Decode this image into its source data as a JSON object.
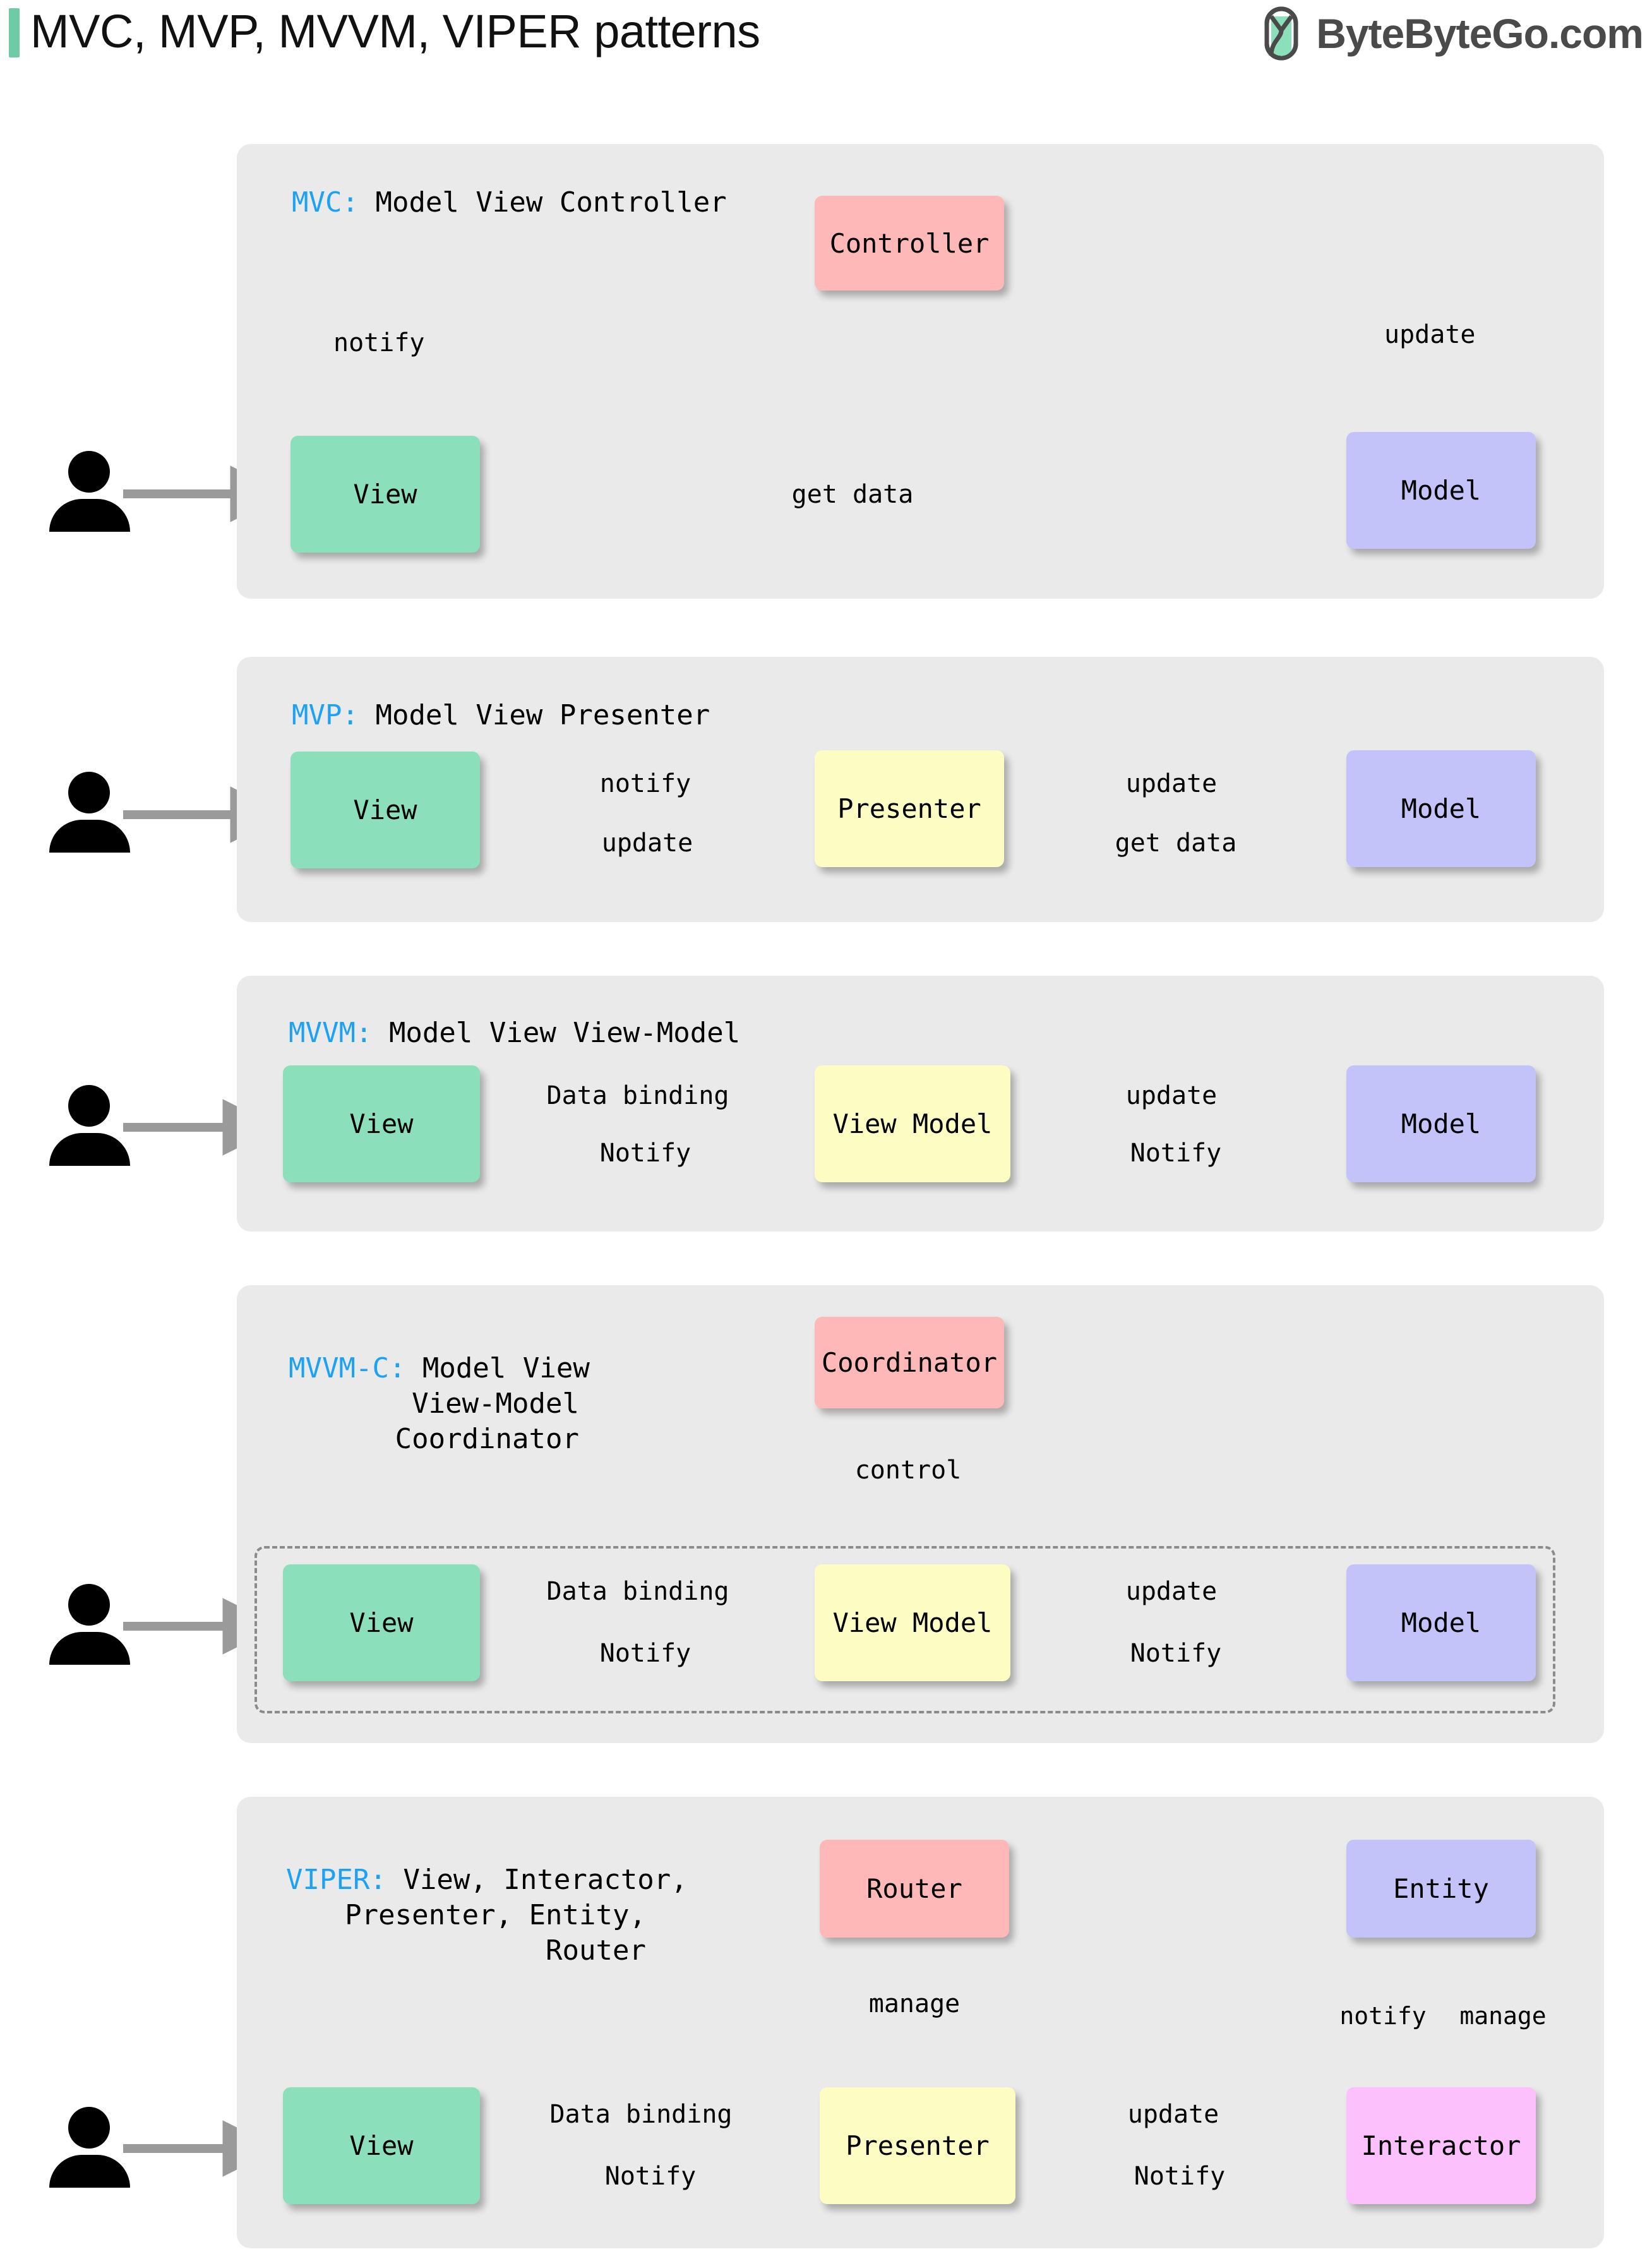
{
  "header": {
    "title": "MVC, MVP, MVVM, VIPER patterns",
    "brand_name": "ByteByteGo.com",
    "accent_color": "#6ECBA3",
    "logo_icon": "bytebytego-logo-icon"
  },
  "colors": {
    "panel_bg": "#EAEAEA",
    "view": "#8CDFBB",
    "model": "#C3C3FA",
    "controller": "#FFB8B8",
    "presenter": "#FDFDC3",
    "interactor": "#FCC0FC",
    "label_key": "#1CA2F5",
    "arrow": "#9A9A9A"
  },
  "panels": [
    {
      "id": "mvc",
      "key": "MVC:",
      "title": " Model View Controller",
      "nodes": {
        "view": "View",
        "model": "Model",
        "controller": "Controller"
      },
      "edges": {
        "notify": "notify",
        "update": "update",
        "get_data": "get data"
      }
    },
    {
      "id": "mvp",
      "key": "MVP:",
      "title": " Model View Presenter",
      "nodes": {
        "view": "View",
        "presenter": "Presenter",
        "model": "Model"
      },
      "edges": {
        "notify": "notify",
        "update_back": "update",
        "update": "update",
        "get_data": "get data"
      }
    },
    {
      "id": "mvvm",
      "key": "MVVM:",
      "title": " Model View View-Model",
      "nodes": {
        "view": "View",
        "view_model": "View Model",
        "model": "Model"
      },
      "edges": {
        "data_binding": "Data binding",
        "notify_left": "Notify",
        "update": "update",
        "notify_right": "Notify"
      }
    },
    {
      "id": "mvvm-c",
      "key": "MVVM-C:",
      "title_lines": [
        " Model View",
        "View-Model",
        "Coordinator"
      ],
      "nodes": {
        "coordinator": "Coordinator",
        "view": "View",
        "view_model": "View Model",
        "model": "Model"
      },
      "edges": {
        "control": "control",
        "data_binding": "Data binding",
        "notify_left": "Notify",
        "update": "update",
        "notify_right": "Notify"
      }
    },
    {
      "id": "viper",
      "key": "VIPER:",
      "title_lines": [
        " View, Interactor,",
        "Presenter, Entity,",
        "Router"
      ],
      "nodes": {
        "router": "Router",
        "entity": "Entity",
        "view": "View",
        "presenter": "Presenter",
        "interactor": "Interactor"
      },
      "edges": {
        "manage_router": "manage",
        "notify_entity": "notify",
        "manage_entity": "manage",
        "data_binding": "Data binding",
        "notify_left": "Notify",
        "update": "update",
        "notify_right": "Notify"
      }
    }
  ]
}
